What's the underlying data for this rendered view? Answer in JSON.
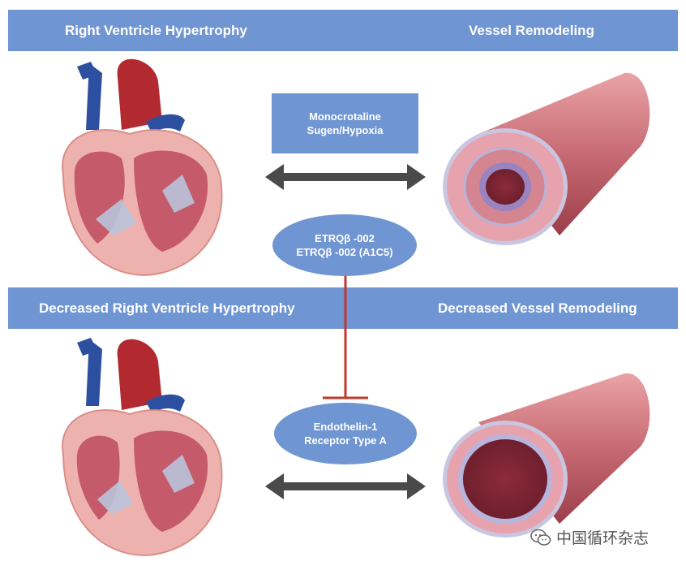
{
  "top_band": {
    "left": "Right Ventricle Hypertrophy",
    "right": "Vessel Remodeling"
  },
  "bottom_band": {
    "left": "Decreased Right Ventricle Hypertrophy",
    "right": "Decreased Vessel Remodeling"
  },
  "inducer_box": {
    "line1": "Monocrotaline",
    "line2": "Sugen/Hypoxia"
  },
  "antibody_ellipse": {
    "line1": "ETRQβ -002",
    "line2": "ETRQβ -002 (A1C5)"
  },
  "receptor_ellipse": {
    "line1": "Endothelin-1",
    "line2": "Receptor Type A"
  },
  "watermark": {
    "text": "中国循环杂志"
  },
  "colors": {
    "band": "#6f95d3",
    "inhibition_line": "#c0392b",
    "arrow": "#4a4a4a"
  }
}
